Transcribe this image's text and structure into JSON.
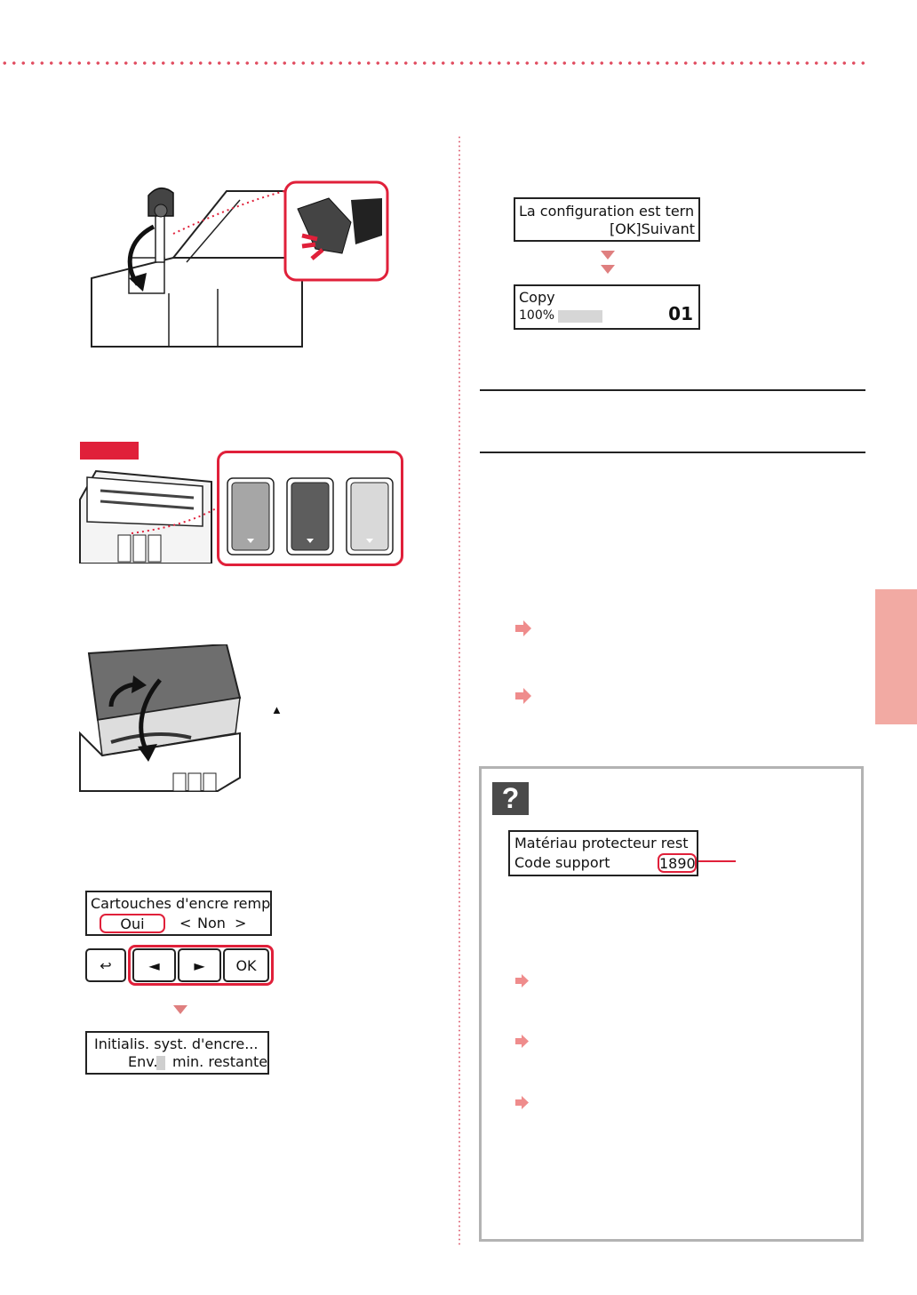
{
  "decor": {
    "accent": "#e0203a",
    "tab_color": "#f2aaa3",
    "arrow_color": "#ef8c8c"
  },
  "lcd_setup_complete": {
    "line1": "La configuration est tern",
    "line2": "[OK]Suivant"
  },
  "lcd_copy": {
    "line1": "Copy",
    "line2_zoom": "100%",
    "copies": "01"
  },
  "lcd_ink_filled": {
    "line1": "Cartouches d'encre rempl",
    "selected": "Oui",
    "option_prev": "<",
    "option": "Non",
    "option_next": ">"
  },
  "control_buttons": {
    "back": "↩",
    "left": "◄",
    "right": "►",
    "ok": "OK"
  },
  "lcd_ink_init": {
    "line1": "Initialis. syst. d'encre...",
    "line2_prefix": "Env.",
    "line2_suffix": "min. restante"
  },
  "lcd_error": {
    "line1": "Matériau protecteur rest",
    "line2_label": "Code support",
    "code": "1890"
  },
  "help_icon": "?",
  "warning_icon": "▲"
}
